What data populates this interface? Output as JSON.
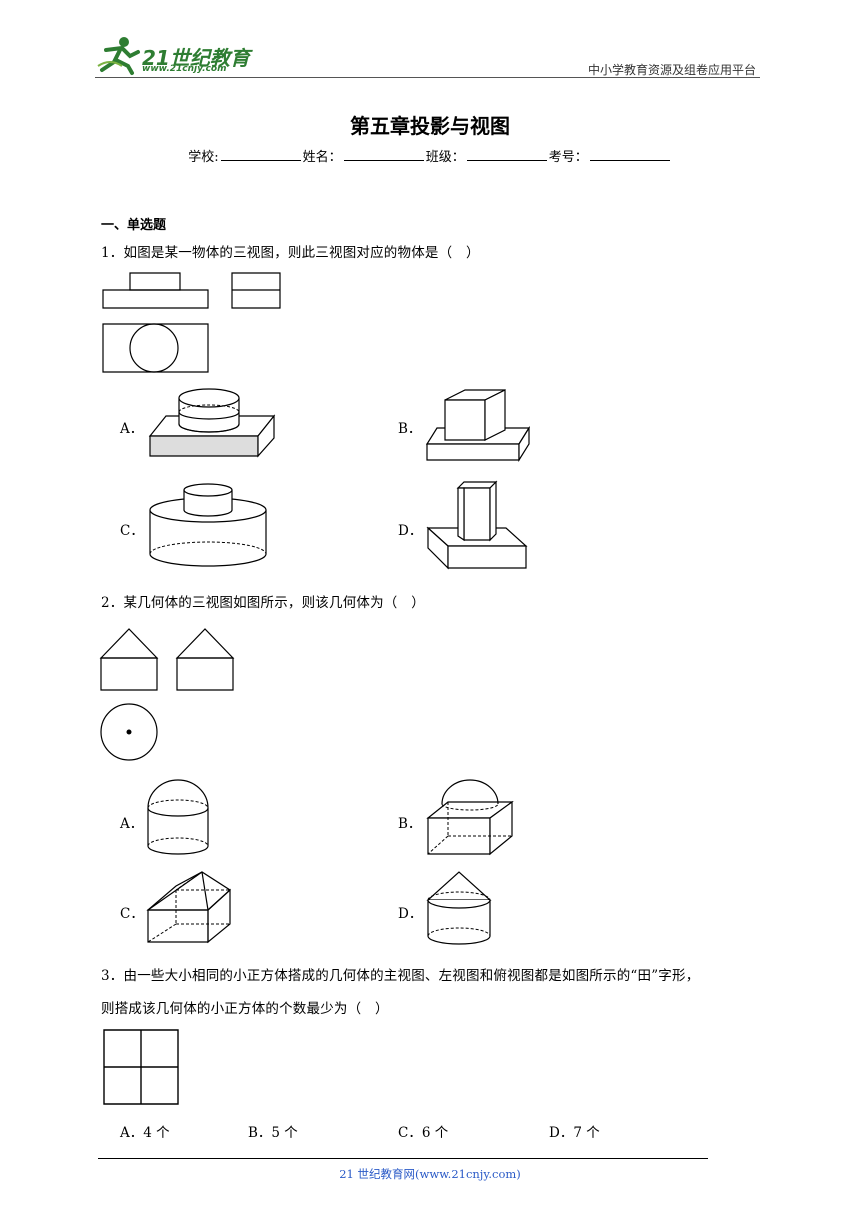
{
  "header": {
    "logo_text": "21世纪教育",
    "logo_url": "www.21cnjy.com",
    "right_text": "中小学教育资源及组卷应用平台"
  },
  "title": "第五章投影与视图",
  "info": {
    "school": "学校:",
    "name": "姓名：",
    "class": "班级：",
    "exam_no": "考号："
  },
  "section1": "一、单选题",
  "questions": [
    {
      "text": "1．如图是某一物体的三视图，则此三视图对应的物体是（　）",
      "options": [
        "A．",
        "B．",
        "C．",
        "D．"
      ]
    },
    {
      "text": "2．某几何体的三视图如图所示，则该几何体为（　）",
      "options": [
        "A．",
        "B．",
        "C．",
        "D．"
      ]
    },
    {
      "text_line1": "3．由一些大小相同的小正方体搭成的几何体的主视图、左视图和俯视图都是如图所示的“田”字形，",
      "text_line2": "则搭成该几何体的小正方体的个数最少为（　）",
      "options": [
        "A．4 个",
        "B．5 个",
        "C．6 个",
        "D．7 个"
      ]
    }
  ],
  "footer": "21 世纪教育网(www.21cnjy.com)"
}
